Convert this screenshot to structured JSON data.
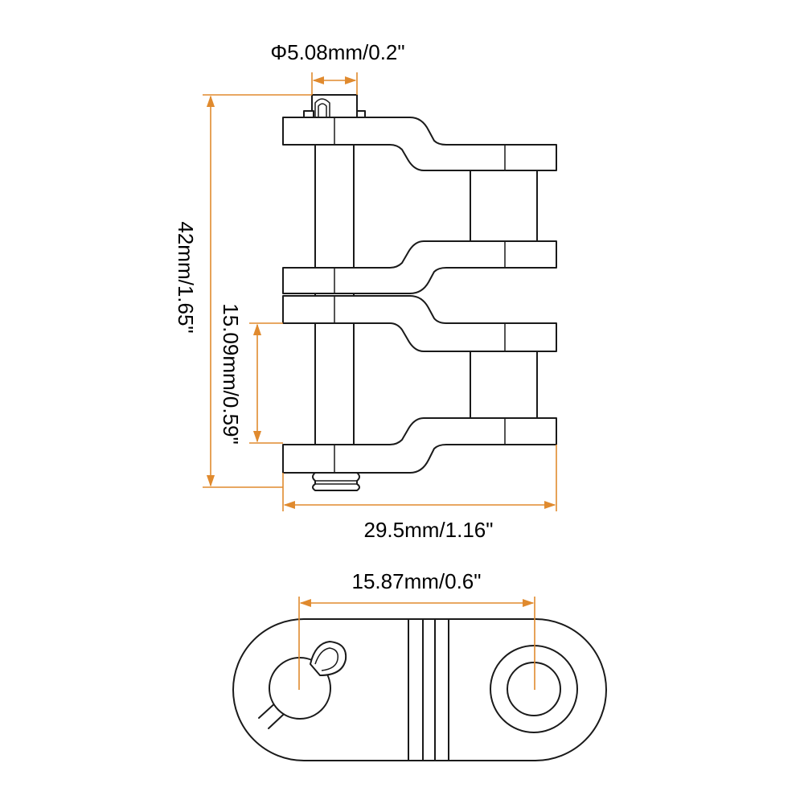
{
  "figure": {
    "colors": {
      "outline": "#1a1a1a",
      "dimension": "#e08a2e",
      "text": "#000000",
      "background": "#ffffff"
    },
    "dimensions": {
      "pin_diameter": "Φ5.08mm/0.2\"",
      "total_height": "42mm/1.65\"",
      "inner_width": "15.09mm/0.59\"",
      "link_length": "29.5mm/1.16\"",
      "pitch": "15.87mm/0.6\""
    }
  }
}
